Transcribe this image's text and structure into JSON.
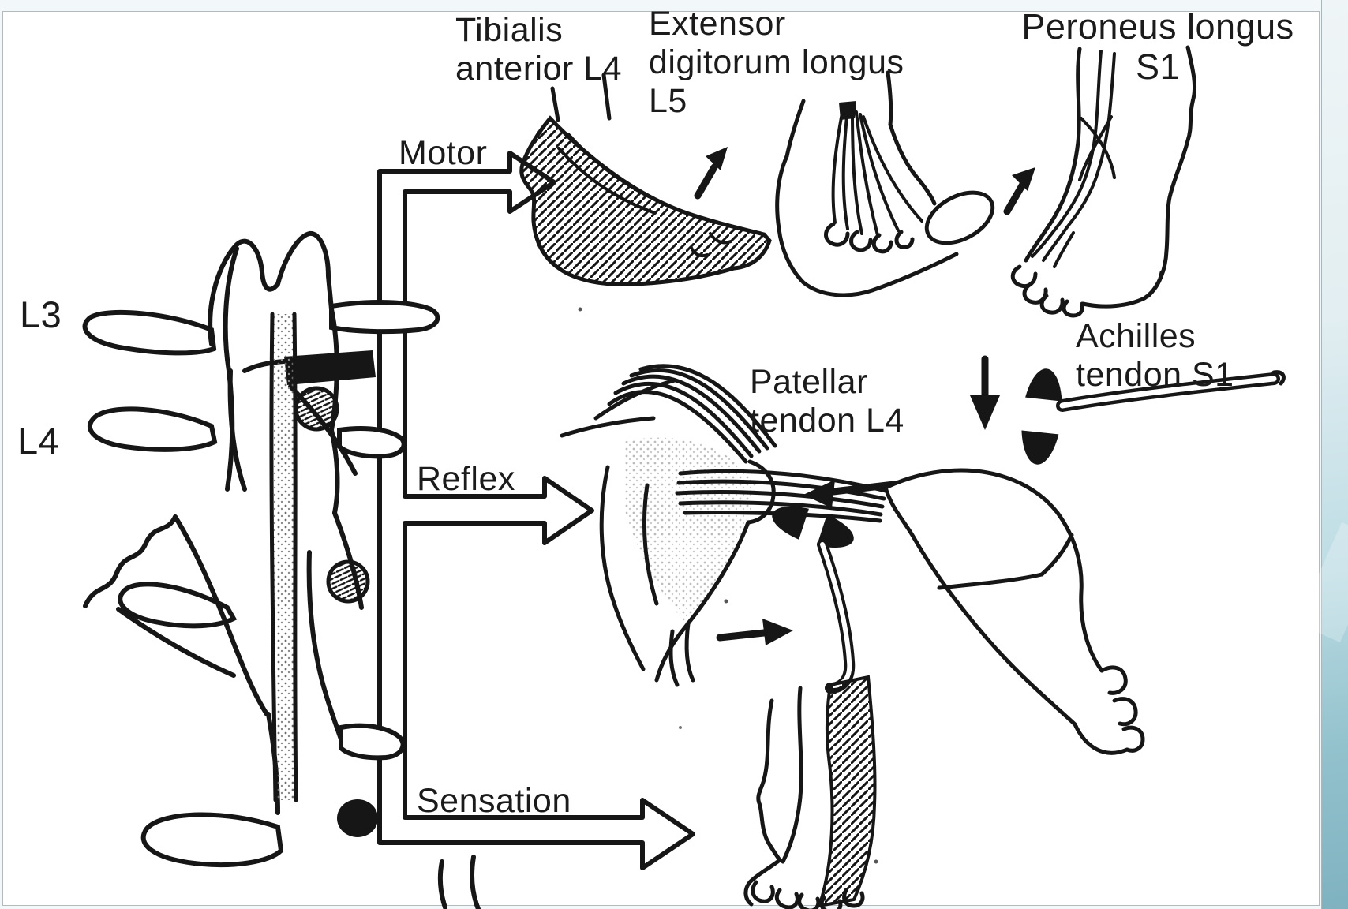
{
  "slide": {
    "background_color": "#f2f7f9",
    "accent_strip_color": "#7fb2c0",
    "panel_color": "#ffffff",
    "ink_color": "#161616"
  },
  "diagram": {
    "title_context": "Lumbar nerve root examination: motor, reflex and sensation testing",
    "spine_labels": {
      "l3": "L3",
      "l4": "L4"
    },
    "branch_labels": {
      "motor": "Motor",
      "reflex": "Reflex",
      "sensation": "Sensation"
    },
    "muscle_labels": {
      "tibialis": "Tibialis\nanterior L4",
      "extensor": "Extensor\ndigitorum longus\nL5",
      "peroneus": "Peroneus longus\nS1",
      "patellar": "Patellar\ntendon L4",
      "achilles": "Achilles\ntendon S1"
    },
    "icons": {
      "reflex_hammer": "reflex-hammer",
      "arrow_outline": "outlined-arrow",
      "arrow_solid": "solid-arrow"
    }
  }
}
